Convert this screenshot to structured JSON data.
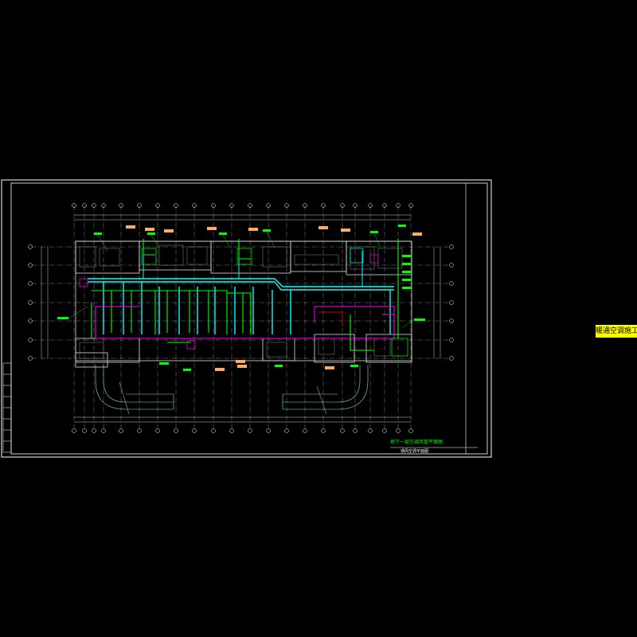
{
  "drawing": {
    "title": "地下一层空调风管平面图",
    "subtitle": "通风空调平面图",
    "side_tag": "暖通空调施工图",
    "colors": {
      "background": "#000000",
      "frame": "#ffffff",
      "grid": "#c0c0c0",
      "duct_cyan": "#00ffff",
      "duct_green": "#00ff00",
      "pipe_magenta": "#ff00ff",
      "label_yellow": "#ffff00",
      "label_orange": "#ffaa66",
      "accent_red": "#ff0000"
    }
  }
}
